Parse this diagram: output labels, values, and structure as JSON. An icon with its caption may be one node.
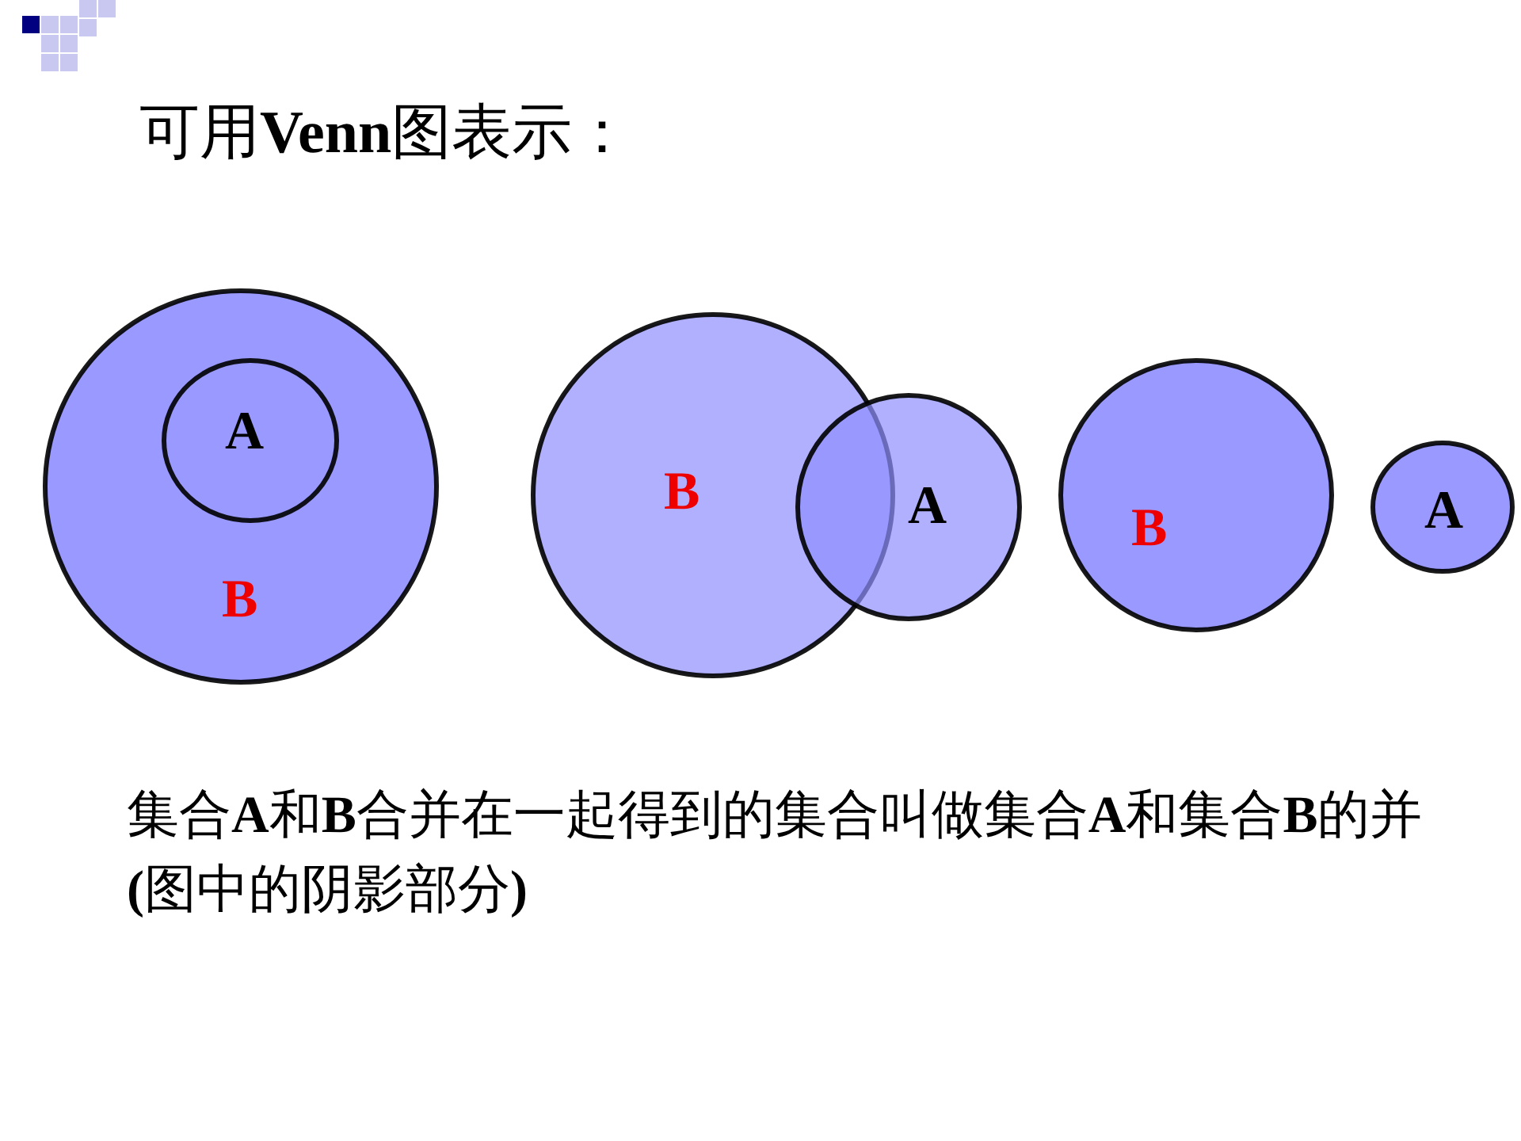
{
  "diagram": {
    "title": "可用**Venn**图表示：",
    "nodes": [
      {
        "text": [
          "B"
        ]
      },
      {
        "text": [
          "A"
        ],
        "in": 0
      },
      {
        "text": [
          "B"
        ]
      },
      {
        "text": [
          "A"
        ]
      },
      {
        "text": [
          "B"
        ]
      },
      {
        "text": [
          "A"
        ]
      }
    ],
    "labels": [
      "集合**A**和**B**合并在一起得到的集合叫做集合**A**和集合**B**的并**(**图中的阴影部分**)**"
    ]
  }
}
